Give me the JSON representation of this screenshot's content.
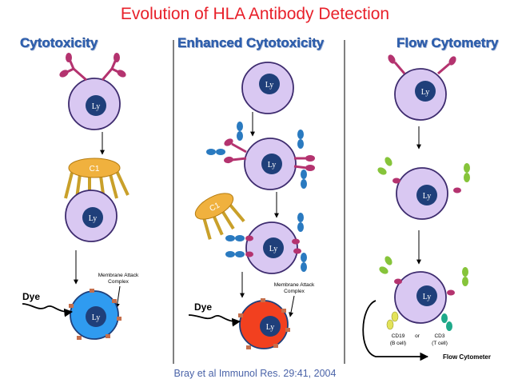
{
  "title": "Evolution of HLA Antibody Detection",
  "columns": [
    {
      "heading": "Cytotoxicity"
    },
    {
      "heading": "Enhanced Cytotoxicity"
    },
    {
      "heading": "Flow Cytometry"
    }
  ],
  "labels": {
    "cell": "Ly",
    "complement": "C1",
    "dye": "Dye",
    "mac_line1": "Membrane Attack",
    "mac_line2": "Complex",
    "cd19_line1": "CD19",
    "cd19_line2": "(B cell)",
    "or": "or",
    "cd3_line1": "CD3",
    "cd3_line2": "(T cell)",
    "flow_cytometer": "Flow Cytometer"
  },
  "citation": "Bray et al  Immunol Res. 29:41, 2004",
  "colors": {
    "title": "#e8202a",
    "heading": "#2e62b4",
    "cell": "#d9c8f2",
    "nucleus": "#1f3f7a",
    "antibody_pink": "#b4336f",
    "antibody_blue": "#2a7ac0",
    "antibody_green": "#86c43a",
    "antibody_yellow": "#e3e35a",
    "antibody_teal": "#1fa98a",
    "complement": "#f0b13e",
    "lysed_blue": "#2f9bf0",
    "lysed_red": "#f2401f",
    "pore": "#c56f4c"
  }
}
